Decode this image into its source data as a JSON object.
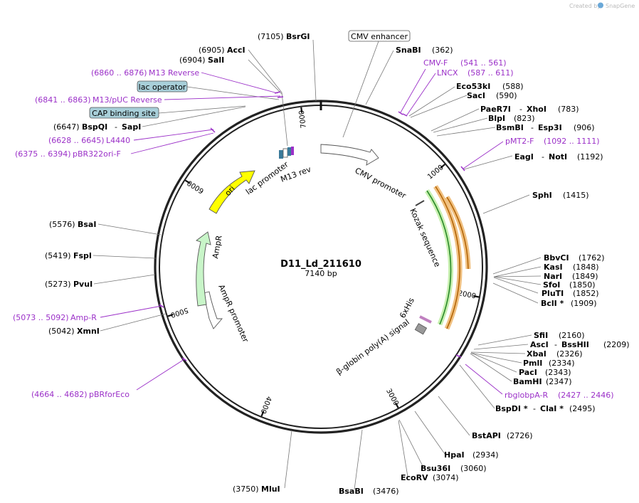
{
  "plasmid": {
    "name": "D11_Ld_211610",
    "length_label": "7140 bp",
    "length": 7140
  },
  "credit": {
    "prefix": "Created by",
    "brand": "SnapGene"
  },
  "ring_ticks": [
    "1000",
    "2000",
    "3000",
    "4000",
    "5000",
    "6000",
    "7000"
  ],
  "features": [
    {
      "name": "CMV promoter",
      "label": "CMV promoter",
      "color": "#ffffff"
    },
    {
      "name": "Kozak sequence",
      "label": "Kozak sequence",
      "color": "#555555"
    },
    {
      "name": "6xHis",
      "label": "6xHis",
      "color": "#c080c0"
    },
    {
      "name": "beta-globin polyA signal",
      "label": "β-globin poly(A) signal",
      "color": "#999999"
    },
    {
      "name": "AmpR promoter",
      "label": "AmpR promoter",
      "color": "#ffffff"
    },
    {
      "name": "AmpR",
      "label": "AmpR",
      "color": "#c8f5c8"
    },
    {
      "name": "ori",
      "label": "ori",
      "color": "#ffff00"
    },
    {
      "name": "lac promoter",
      "label": "lac promoter",
      "color": "#ffffff"
    },
    {
      "name": "M13 rev",
      "label": "M13 rev",
      "color": "#9b30c8"
    }
  ],
  "boxed_labels": {
    "cmv_enhancer": "CMV enhancer",
    "lac_operator": "lac operator",
    "cap_binding_site": "CAP binding site"
  },
  "sites": [
    {
      "id": "bsrgi",
      "name": "BsrGI",
      "pos": "(7105)"
    },
    {
      "id": "acci",
      "name": "AccI",
      "pos": "(6905)"
    },
    {
      "id": "sali",
      "name": "SalI",
      "pos": "(6904)"
    },
    {
      "id": "bspqi",
      "name": "BspQI",
      "sep": "-",
      "name2": "SapI",
      "pos": "(6647)"
    },
    {
      "id": "snabi",
      "name": "SnaBI",
      "pos": "(362)"
    },
    {
      "id": "eco53ki",
      "name": "Eco53kI",
      "pos": "(588)"
    },
    {
      "id": "saci",
      "name": "SacI",
      "pos": "(590)"
    },
    {
      "id": "paer7i",
      "name": "PaeR7I",
      "sep": "-",
      "name2": "XhoI",
      "pos": "(783)"
    },
    {
      "id": "blpi",
      "name": "BlpI",
      "pos": "(823)"
    },
    {
      "id": "bsmbi",
      "name": "BsmBI",
      "sep": "-",
      "name2": "Esp3I",
      "pos": "(906)"
    },
    {
      "id": "eagi",
      "name": "EagI",
      "sep": "-",
      "name2": "NotI",
      "pos": "(1192)"
    },
    {
      "id": "sphi",
      "name": "SphI",
      "pos": "(1415)"
    },
    {
      "id": "bbvci",
      "name": "BbvCI",
      "pos": "(1762)"
    },
    {
      "id": "kasi",
      "name": "KasI",
      "pos": "(1848)"
    },
    {
      "id": "nari",
      "name": "NarI",
      "pos": "(1849)"
    },
    {
      "id": "sfoi",
      "name": "SfoI",
      "pos": "(1850)"
    },
    {
      "id": "pluti",
      "name": "PluTI",
      "pos": "(1852)"
    },
    {
      "id": "bcli",
      "name": "BclI *",
      "pos": "(1909)"
    },
    {
      "id": "sfii",
      "name": "SfiI",
      "pos": "(2160)"
    },
    {
      "id": "asci",
      "name": "AscI",
      "sep": "-",
      "name2": "BssHII",
      "pos": "(2209)"
    },
    {
      "id": "xbai",
      "name": "XbaI",
      "pos": "(2326)"
    },
    {
      "id": "pmli",
      "name": "PmlI",
      "pos": "(2334)"
    },
    {
      "id": "paci",
      "name": "PacI",
      "pos": "(2343)"
    },
    {
      "id": "bamhi",
      "name": "BamHI",
      "pos": "(2347)"
    },
    {
      "id": "bspdi",
      "name": "BspDI *",
      "sep": "-",
      "name2": "ClaI *",
      "pos": "(2495)"
    },
    {
      "id": "bstapi",
      "name": "BstAPI",
      "pos": "(2726)"
    },
    {
      "id": "hpai",
      "name": "HpaI",
      "pos": "(2934)"
    },
    {
      "id": "bsu36i",
      "name": "Bsu36I",
      "pos": "(3060)"
    },
    {
      "id": "ecorv",
      "name": "EcoRV",
      "pos": "(3074)"
    },
    {
      "id": "bsabi",
      "name": "BsaBI",
      "pos": "(3476)"
    },
    {
      "id": "mlui",
      "name": "MluI",
      "pos": "(3750)"
    },
    {
      "id": "xmni",
      "name": "XmnI",
      "pos": "(5042)"
    },
    {
      "id": "pvui",
      "name": "PvuI",
      "pos": "(5273)"
    },
    {
      "id": "fspi",
      "name": "FspI",
      "pos": "(5419)"
    },
    {
      "id": "bsai",
      "name": "BsaI",
      "pos": "(5576)"
    }
  ],
  "primers": [
    {
      "id": "m13rev",
      "range": "(6860 .. 6876)",
      "name": "M13 Reverse"
    },
    {
      "id": "m13puc",
      "range": "(6841 .. 6863)",
      "name": "M13/pUC Reverse"
    },
    {
      "id": "l4440",
      "range": "(6628 .. 6645)",
      "name": "L4440"
    },
    {
      "id": "pbr322",
      "range": "(6375 .. 6394)",
      "name": "pBR322ori-F"
    },
    {
      "id": "cmvf",
      "name": "CMV-F",
      "range": "(541 .. 561)"
    },
    {
      "id": "lncx",
      "name": "LNCX",
      "range": "(587 .. 611)"
    },
    {
      "id": "pmt2f",
      "name": "pMT2-F",
      "range": "(1092 .. 1111)"
    },
    {
      "id": "rbglobpar",
      "name": "rbglobpA-R",
      "range": "(2427 .. 2446)"
    },
    {
      "id": "ampr",
      "range": "(5073 .. 5092)",
      "name": "Amp-R"
    },
    {
      "id": "pbrforeco",
      "range": "(4664 .. 4682)",
      "name": "pBRforEco"
    }
  ]
}
